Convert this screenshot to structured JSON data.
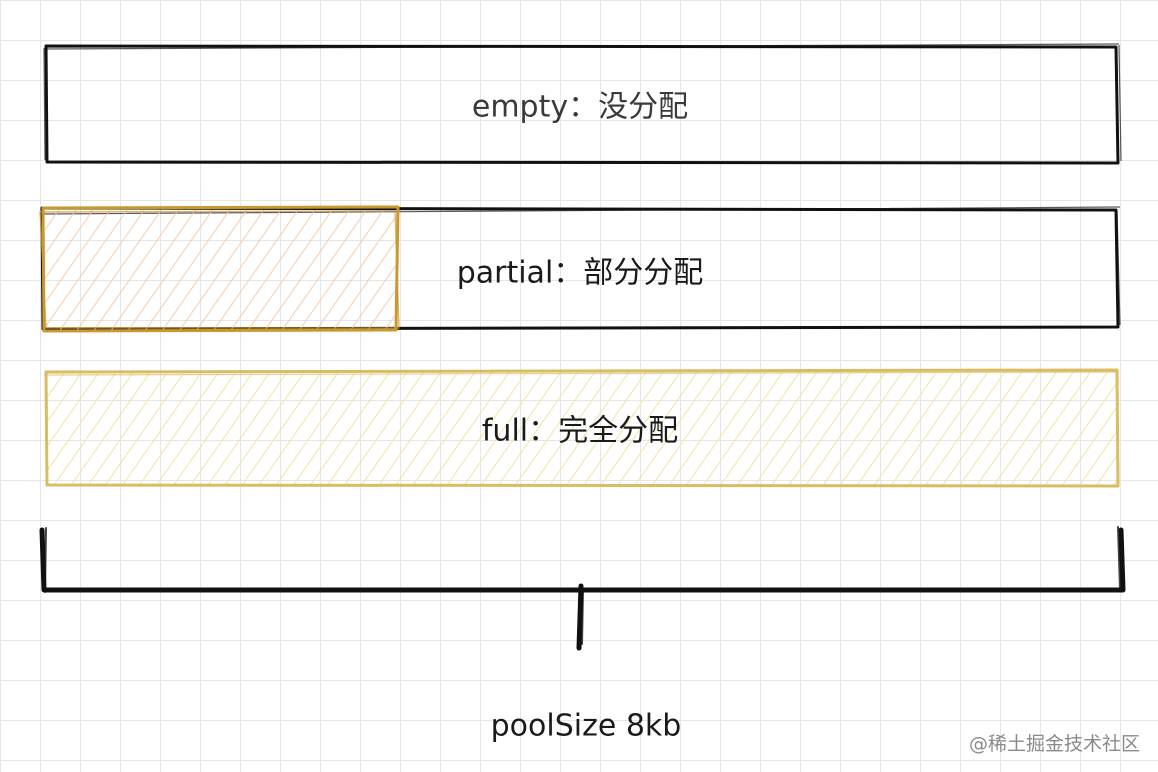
{
  "blocks": {
    "empty": {
      "label": "empty：没分配",
      "fill_fraction": 0.0
    },
    "partial": {
      "label": "partial：部分分配",
      "fill_fraction": 0.33
    },
    "full": {
      "label": "full：完全分配",
      "fill_fraction": 1.0
    }
  },
  "pool_label": "poolSize  8kb",
  "watermark": "@稀土掘金技术社区",
  "colors": {
    "outline": "#111111",
    "partial_border": "#c9992f",
    "partial_hatch": "#f3c9a8",
    "full_border": "#d8bd63",
    "full_hatch": "#f2e4a6",
    "grid": "#e6e6e6"
  }
}
